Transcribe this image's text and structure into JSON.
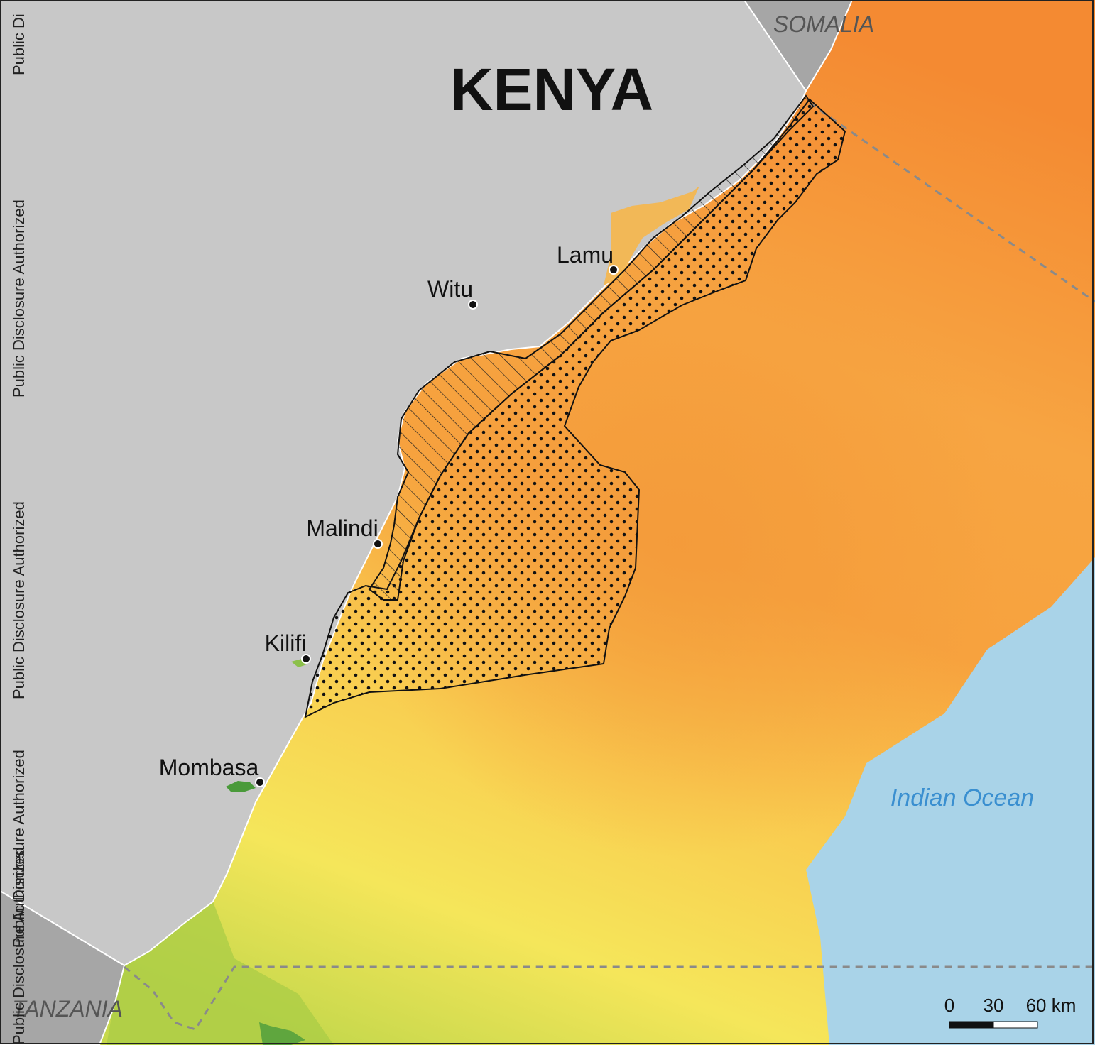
{
  "map": {
    "country_title": "KENYA",
    "neighbors": {
      "north": "SOMALIA",
      "south": "TANZANIA"
    },
    "water_label": "Indian Ocean",
    "cities": [
      {
        "name": "Lamu"
      },
      {
        "name": "Witu"
      },
      {
        "name": "Malindi"
      },
      {
        "name": "Kilifi"
      },
      {
        "name": "Mombasa"
      }
    ],
    "scale_bar": {
      "ticks": [
        "0",
        "30",
        "60 km"
      ]
    }
  },
  "margin_labels": [
    "Public Di",
    "Public Disclosure Authorized",
    "Public Disclosure Authorized",
    "Public Disclosure Authorized",
    "Public Disclosure Authorized"
  ],
  "colors": {
    "land": "#c8c8c8",
    "neighbor_land": "#a6a6a6",
    "ocean": "#a9d3e8",
    "heat_high": "#f48a32",
    "heat_mid": "#f9c94e",
    "heat_low": "#f5e75a",
    "heat_green": "#c8da4a",
    "ocean_label": "#3a8fd0"
  }
}
